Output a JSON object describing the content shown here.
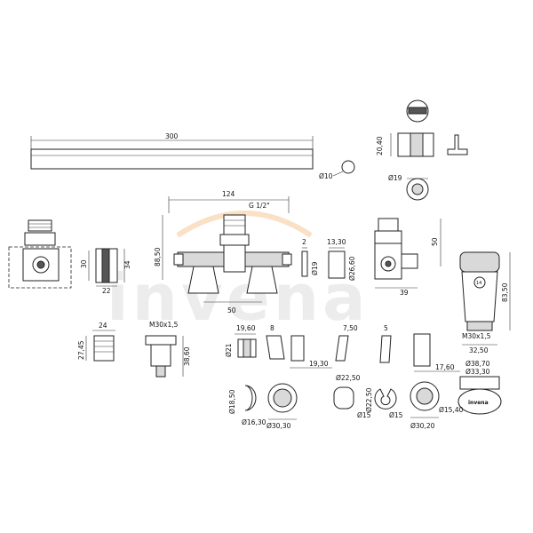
{
  "watermark": {
    "brand": "invena",
    "accent_color": "#f2a65a"
  },
  "dimensions": {
    "rail_length": "300",
    "ring_dia": "Ø10",
    "body_width": "124",
    "thread": "G 1/2\"",
    "body_height": "88,50",
    "center_spacing": "50",
    "side_height": "50",
    "side_width": "39",
    "nut_width": "22",
    "nut_h1": "30",
    "nut_h2": "34",
    "cap_height": "20,40",
    "cap_dia": "Ø19",
    "small_w": "2",
    "small_d": "Ø19",
    "med_w": "13,30",
    "med_d": "Ø26,60",
    "head_height": "83,50",
    "head_thread": "M30x1,5",
    "head_w1": "32,50",
    "insert_w": "24",
    "insert_h": "27,45",
    "valve_thread": "M30x1,5",
    "valve_h": "38,60",
    "sleeve_w": "19,60",
    "sleeve_d": "Ø21",
    "sleeve2_w": "8",
    "clip_w": "7,50",
    "clip2_w": "5",
    "sleeve_len": "19,30",
    "tube_len": "17,60",
    "rosette1_d1": "Ø18,50",
    "rosette1_d2": "Ø16,30",
    "rosette1_d3": "Ø30,30",
    "rosette2_d1": "Ø22,50",
    "rosette2_d2": "Ø15",
    "rosette3_d1": "Ø22,50",
    "rosette3_d2": "Ø15",
    "rosette4_d1": "Ø15,40",
    "rosette4_d2": "Ø30,20",
    "cap_big_d1": "Ø38,70",
    "cap_big_d2": "Ø33,30"
  },
  "labels": {
    "head_mark": "14",
    "cap_brand": "invena"
  }
}
